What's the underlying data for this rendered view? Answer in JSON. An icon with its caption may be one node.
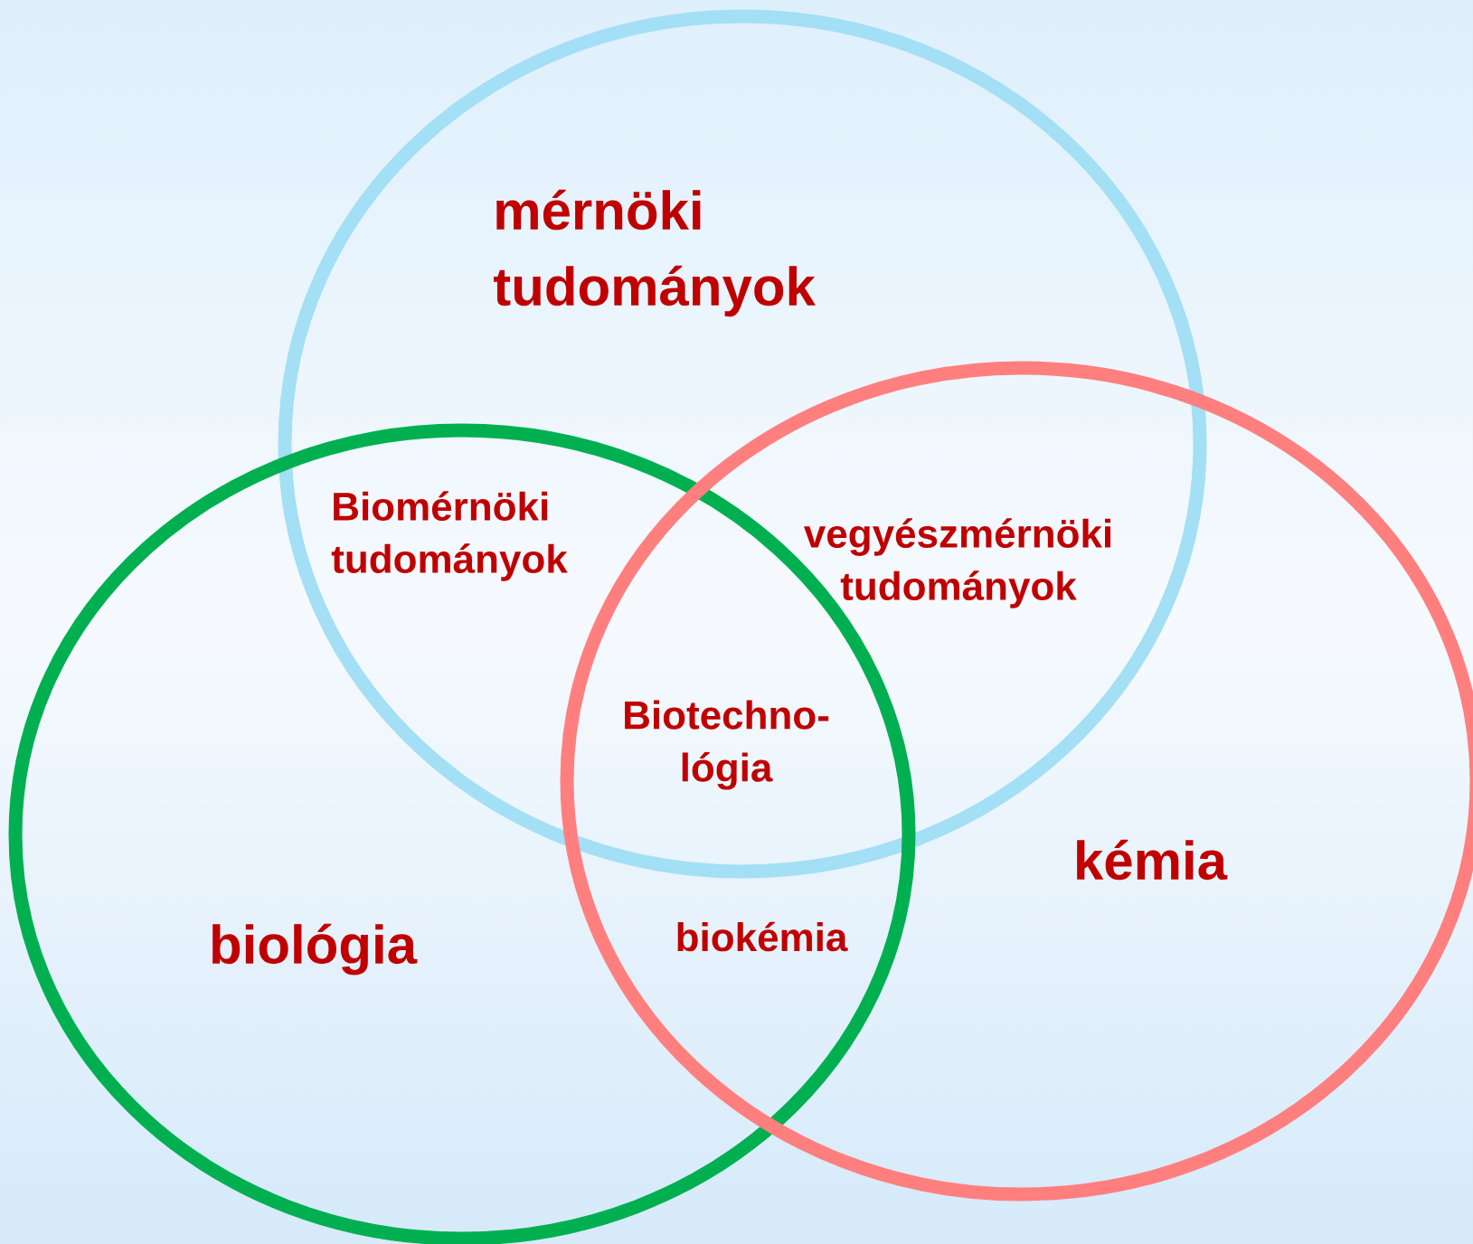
{
  "diagram": {
    "nodes": [
      {
        "text": [
          "mérnöki tudományok"
        ]
      },
      {
        "text": [
          "biológia"
        ]
      },
      {
        "text": [
          "kémia"
        ]
      }
    ],
    "labels": [
      "Biomérnöki tudományok",
      "vegyészmérnöki tudományok",
      "Biotechno-lógia",
      "biokémia"
    ]
  }
}
